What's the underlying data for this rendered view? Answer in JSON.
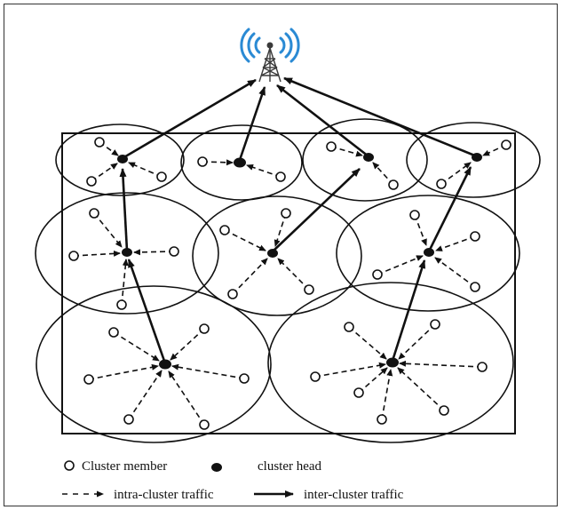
{
  "legend": {
    "member_label": "Cluster member",
    "head_label": "cluster head",
    "intra_label": "intra-cluster traffic",
    "inter_label": "inter-cluster traffic"
  },
  "colors": {
    "ink": "#111111",
    "tower_signal": "#2a8ad4",
    "tower_body": "#3a3a3a"
  },
  "icons": {
    "base_station": "radio-tower-icon",
    "member": "hollow-circle",
    "head": "filled-circle"
  }
}
